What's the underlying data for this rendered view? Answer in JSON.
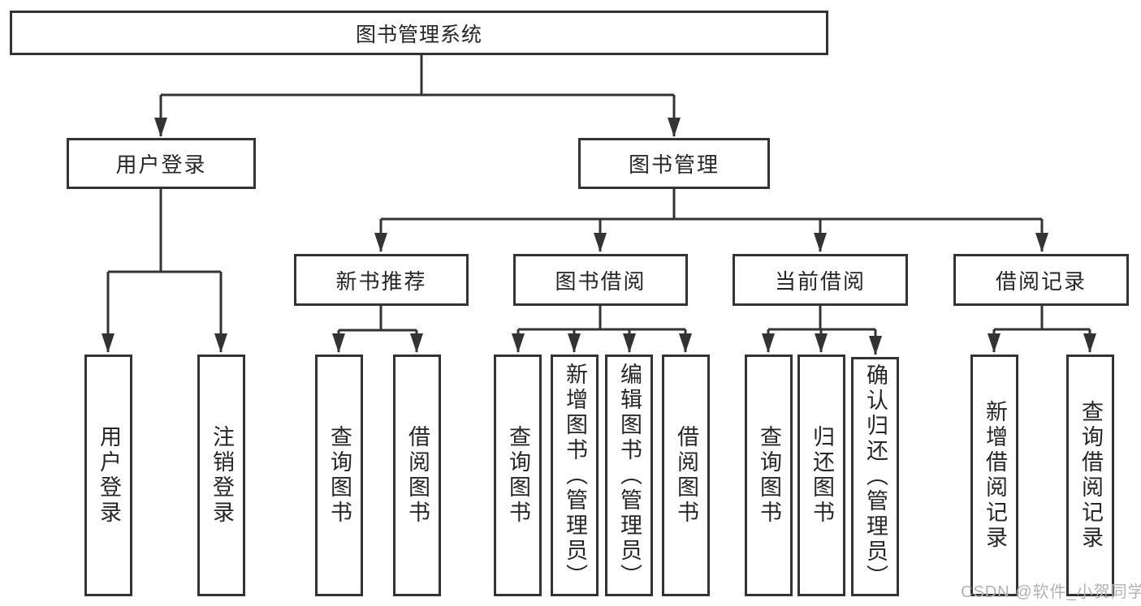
{
  "diagram": {
    "type": "hierarchy-tree",
    "nodes": {
      "root": "图书管理系统",
      "user_login": "用户登录",
      "book_mgmt": "图书管理",
      "new_book_rec": "新书推荐",
      "book_borrow": "图书借阅",
      "current_borrow": "当前借阅",
      "borrow_records": "借阅记录",
      "leaf_user_login": "用户登录",
      "leaf_logout": "注销登录",
      "leaf_nbr_query_books": "查询图书",
      "leaf_nbr_borrow_books": "借阅图书",
      "leaf_bb_query_books": "查询图书",
      "leaf_bb_add_books": "新增图书（管理员）",
      "leaf_bb_edit_books": "编辑图书（管理员）",
      "leaf_bb_borrow_books": "借阅图书",
      "leaf_cb_query_books": "查询图书",
      "leaf_cb_return_books": "归还图书",
      "leaf_cb_confirm_return": "确认归还（管理员）",
      "leaf_br_add_record": "新增借阅记录",
      "leaf_br_query_record": "查询借阅记录"
    },
    "edges": [
      [
        "root",
        "user_login"
      ],
      [
        "root",
        "book_mgmt"
      ],
      [
        "user_login",
        "leaf_user_login"
      ],
      [
        "user_login",
        "leaf_logout"
      ],
      [
        "book_mgmt",
        "new_book_rec"
      ],
      [
        "book_mgmt",
        "book_borrow"
      ],
      [
        "book_mgmt",
        "current_borrow"
      ],
      [
        "book_mgmt",
        "borrow_records"
      ],
      [
        "new_book_rec",
        "leaf_nbr_query_books"
      ],
      [
        "new_book_rec",
        "leaf_nbr_borrow_books"
      ],
      [
        "book_borrow",
        "leaf_bb_query_books"
      ],
      [
        "book_borrow",
        "leaf_bb_add_books"
      ],
      [
        "book_borrow",
        "leaf_bb_edit_books"
      ],
      [
        "book_borrow",
        "leaf_bb_borrow_books"
      ],
      [
        "current_borrow",
        "leaf_cb_query_books"
      ],
      [
        "current_borrow",
        "leaf_cb_return_books"
      ],
      [
        "current_borrow",
        "leaf_cb_confirm_return"
      ],
      [
        "borrow_records",
        "leaf_br_add_record"
      ],
      [
        "borrow_records",
        "leaf_br_query_record"
      ]
    ],
    "colors": {
      "border": "#333333",
      "line": "#333333",
      "text": "#262626",
      "watermark": "#b2b2b2",
      "background": "#ffffff"
    }
  },
  "watermark": "CSDN @软件_小贺同学"
}
